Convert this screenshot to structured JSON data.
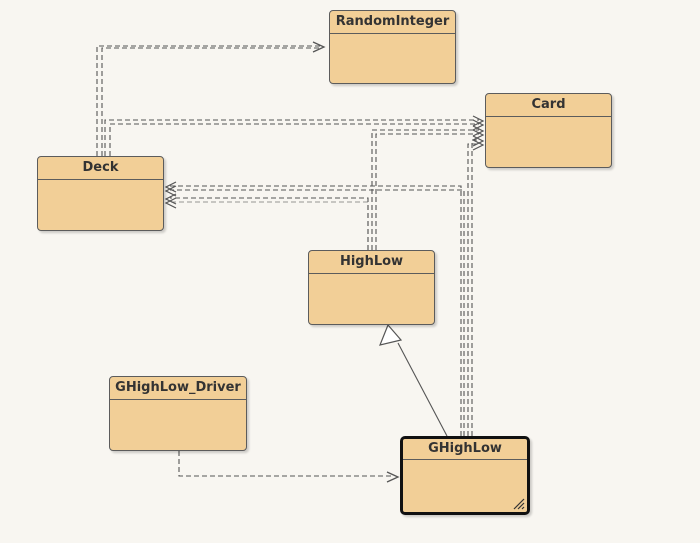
{
  "diagram": {
    "classes": {
      "random_integer": {
        "name": "RandomInteger"
      },
      "card": {
        "name": "Card"
      },
      "deck": {
        "name": "Deck"
      },
      "high_low": {
        "name": "HighLow"
      },
      "ghighlow_driver": {
        "name": "GHighLow_Driver"
      },
      "ghighlow": {
        "name": "GHighLow",
        "selected": true
      }
    },
    "relations": [
      {
        "from": "Deck",
        "to": "RandomInteger",
        "kind": "dependency"
      },
      {
        "from": "Deck",
        "to": "Card",
        "kind": "dependency"
      },
      {
        "from": "HighLow",
        "to": "Card",
        "kind": "dependency"
      },
      {
        "from": "HighLow",
        "to": "Deck",
        "kind": "dependency"
      },
      {
        "from": "GHighLow",
        "to": "Card",
        "kind": "dependency"
      },
      {
        "from": "GHighLow",
        "to": "Deck",
        "kind": "dependency"
      },
      {
        "from": "GHighLow",
        "to": "HighLow",
        "kind": "inheritance"
      },
      {
        "from": "GHighLow_Driver",
        "to": "GHighLow",
        "kind": "dependency"
      }
    ]
  },
  "colors": {
    "background": "#f8f6f1",
    "class_fill": "#f2cf97",
    "class_border": "#5c5c5c",
    "arrow": "#555555",
    "selected_border": "#111111"
  }
}
